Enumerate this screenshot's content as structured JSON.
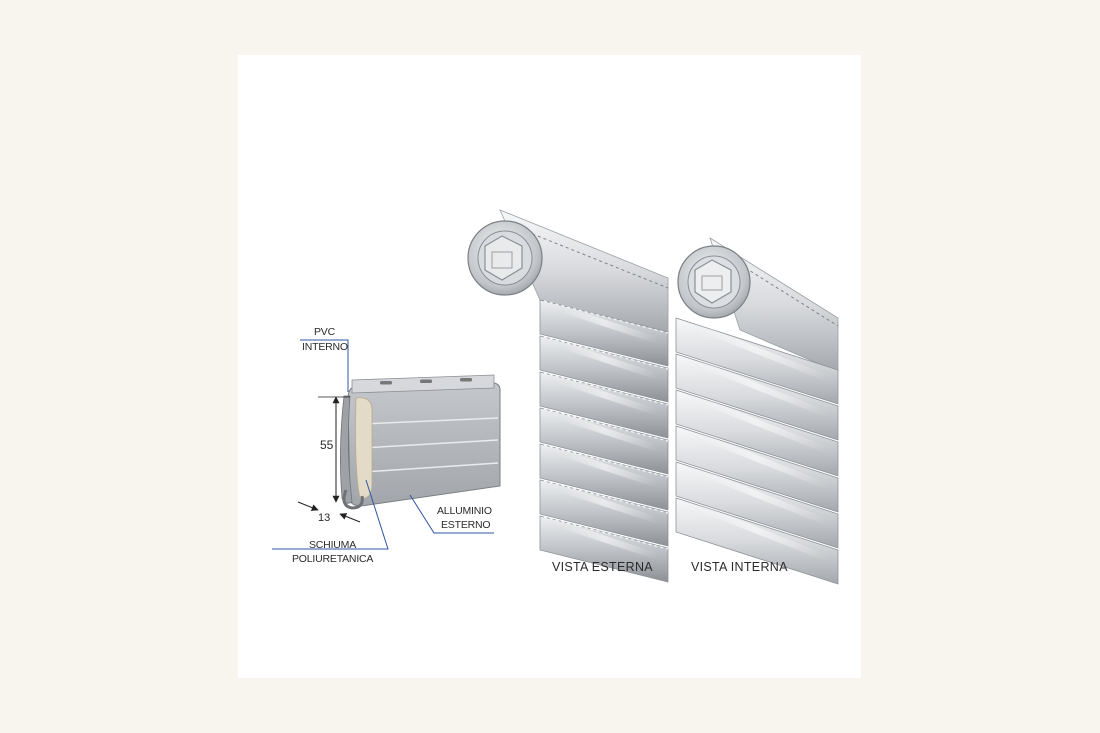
{
  "labels": {
    "pvc": "PVC",
    "interno": "INTERNO",
    "alluminio": "ALLUMINIO",
    "esterno": "ESTERNO",
    "schiuma": "SCHIUMA",
    "poliuretanica": "POLIURETANICA",
    "vista_esterna": "VISTA ESTERNA",
    "vista_interna": "VISTA INTERNA"
  },
  "dimensions": {
    "height": "55",
    "thickness": "13"
  },
  "colors": {
    "page_bg": "#f8f5ef",
    "card_bg": "#ffffff",
    "leader_line": "#2f55a4",
    "slat_gray": "#b9bcc0",
    "foam_beige": "#e3dac8"
  }
}
